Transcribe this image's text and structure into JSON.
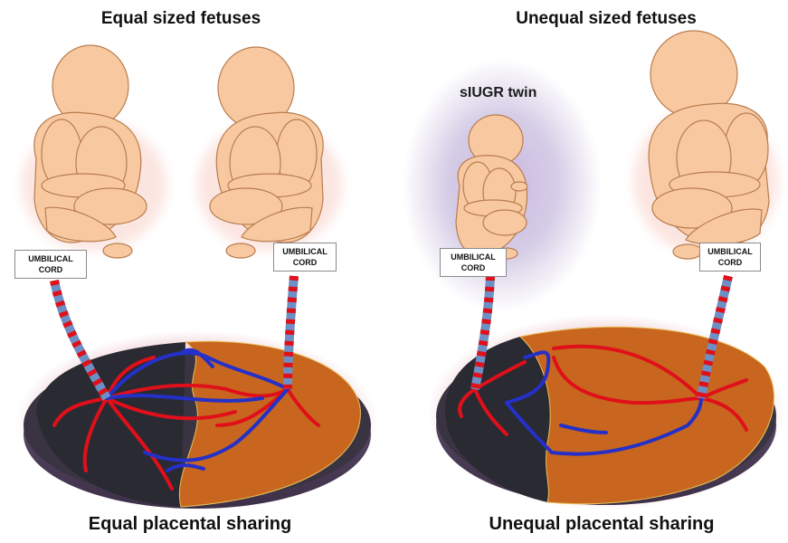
{
  "panels": {
    "left": {
      "top_title": "Equal sized fetuses",
      "bottom_title": "Equal placental sharing",
      "cord_label_1": "UMBILICAL\nCORD",
      "cord_label_2": "UMBILICAL\nCORD"
    },
    "right": {
      "top_title": "Unequal sized fetuses",
      "bottom_title": "Unequal placental sharing",
      "cord_label_1": "UMBILICAL\nCORD",
      "cord_label_2": "UMBILICAL\nCORD",
      "highlight_label": "sIUGR twin"
    }
  },
  "colors": {
    "fetus_skin": "#f8c9a0",
    "fetus_outline": "#b87c4f",
    "placenta_dark": "#2a2a33",
    "placenta_orange": "#c8661f",
    "artery": "#e0101a",
    "vein": "#2430c8",
    "cord_blue": "#6d90c4",
    "halo_purple": "#a28ec7"
  }
}
